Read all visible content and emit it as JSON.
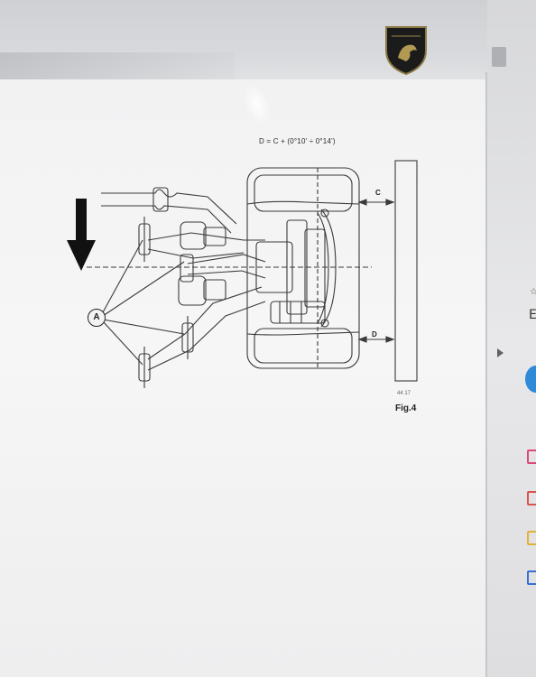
{
  "document": {
    "formula": "D = C + (0°10' ÷ 0°14')",
    "figure_label": "Fig.4",
    "figure_code": "44 17",
    "dimension_c_label": "C",
    "dimension_d_label": "D",
    "callout_a_label": "A"
  },
  "side_panel": {
    "letter": "E",
    "mark": "☆"
  },
  "colors": {
    "accent_blue": "#2f8ad8",
    "icon_pink": "#d94a7a",
    "icon_red": "#d9534f",
    "icon_yellow": "#e0b23a",
    "icon_blue": "#3a6fd6",
    "line": "#3a3a3a"
  }
}
